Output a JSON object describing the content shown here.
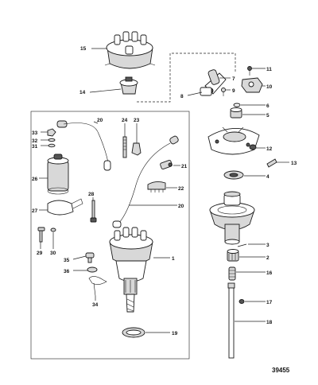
{
  "figure_number": "39455",
  "callouts": {
    "c1": "1",
    "c2": "2",
    "c3": "3",
    "c4": "4",
    "c5": "5",
    "c6": "6",
    "c7": "7",
    "c8": "8",
    "c9": "9",
    "c10": "10",
    "c11": "11",
    "c12": "12",
    "c13": "13",
    "c14": "14",
    "c15": "15",
    "c16": "16",
    "c17": "17",
    "c18": "18",
    "c19": "19",
    "c20a": "20",
    "c20b": "20",
    "c21": "21",
    "c22": "22",
    "c23": "23",
    "c24": "24",
    "c26": "26",
    "c27": "27",
    "c28": "28",
    "c29": "29",
    "c30": "30",
    "c31": "31",
    "c32": "32",
    "c33": "33",
    "c34": "34",
    "c35": "35",
    "c36": "36"
  }
}
